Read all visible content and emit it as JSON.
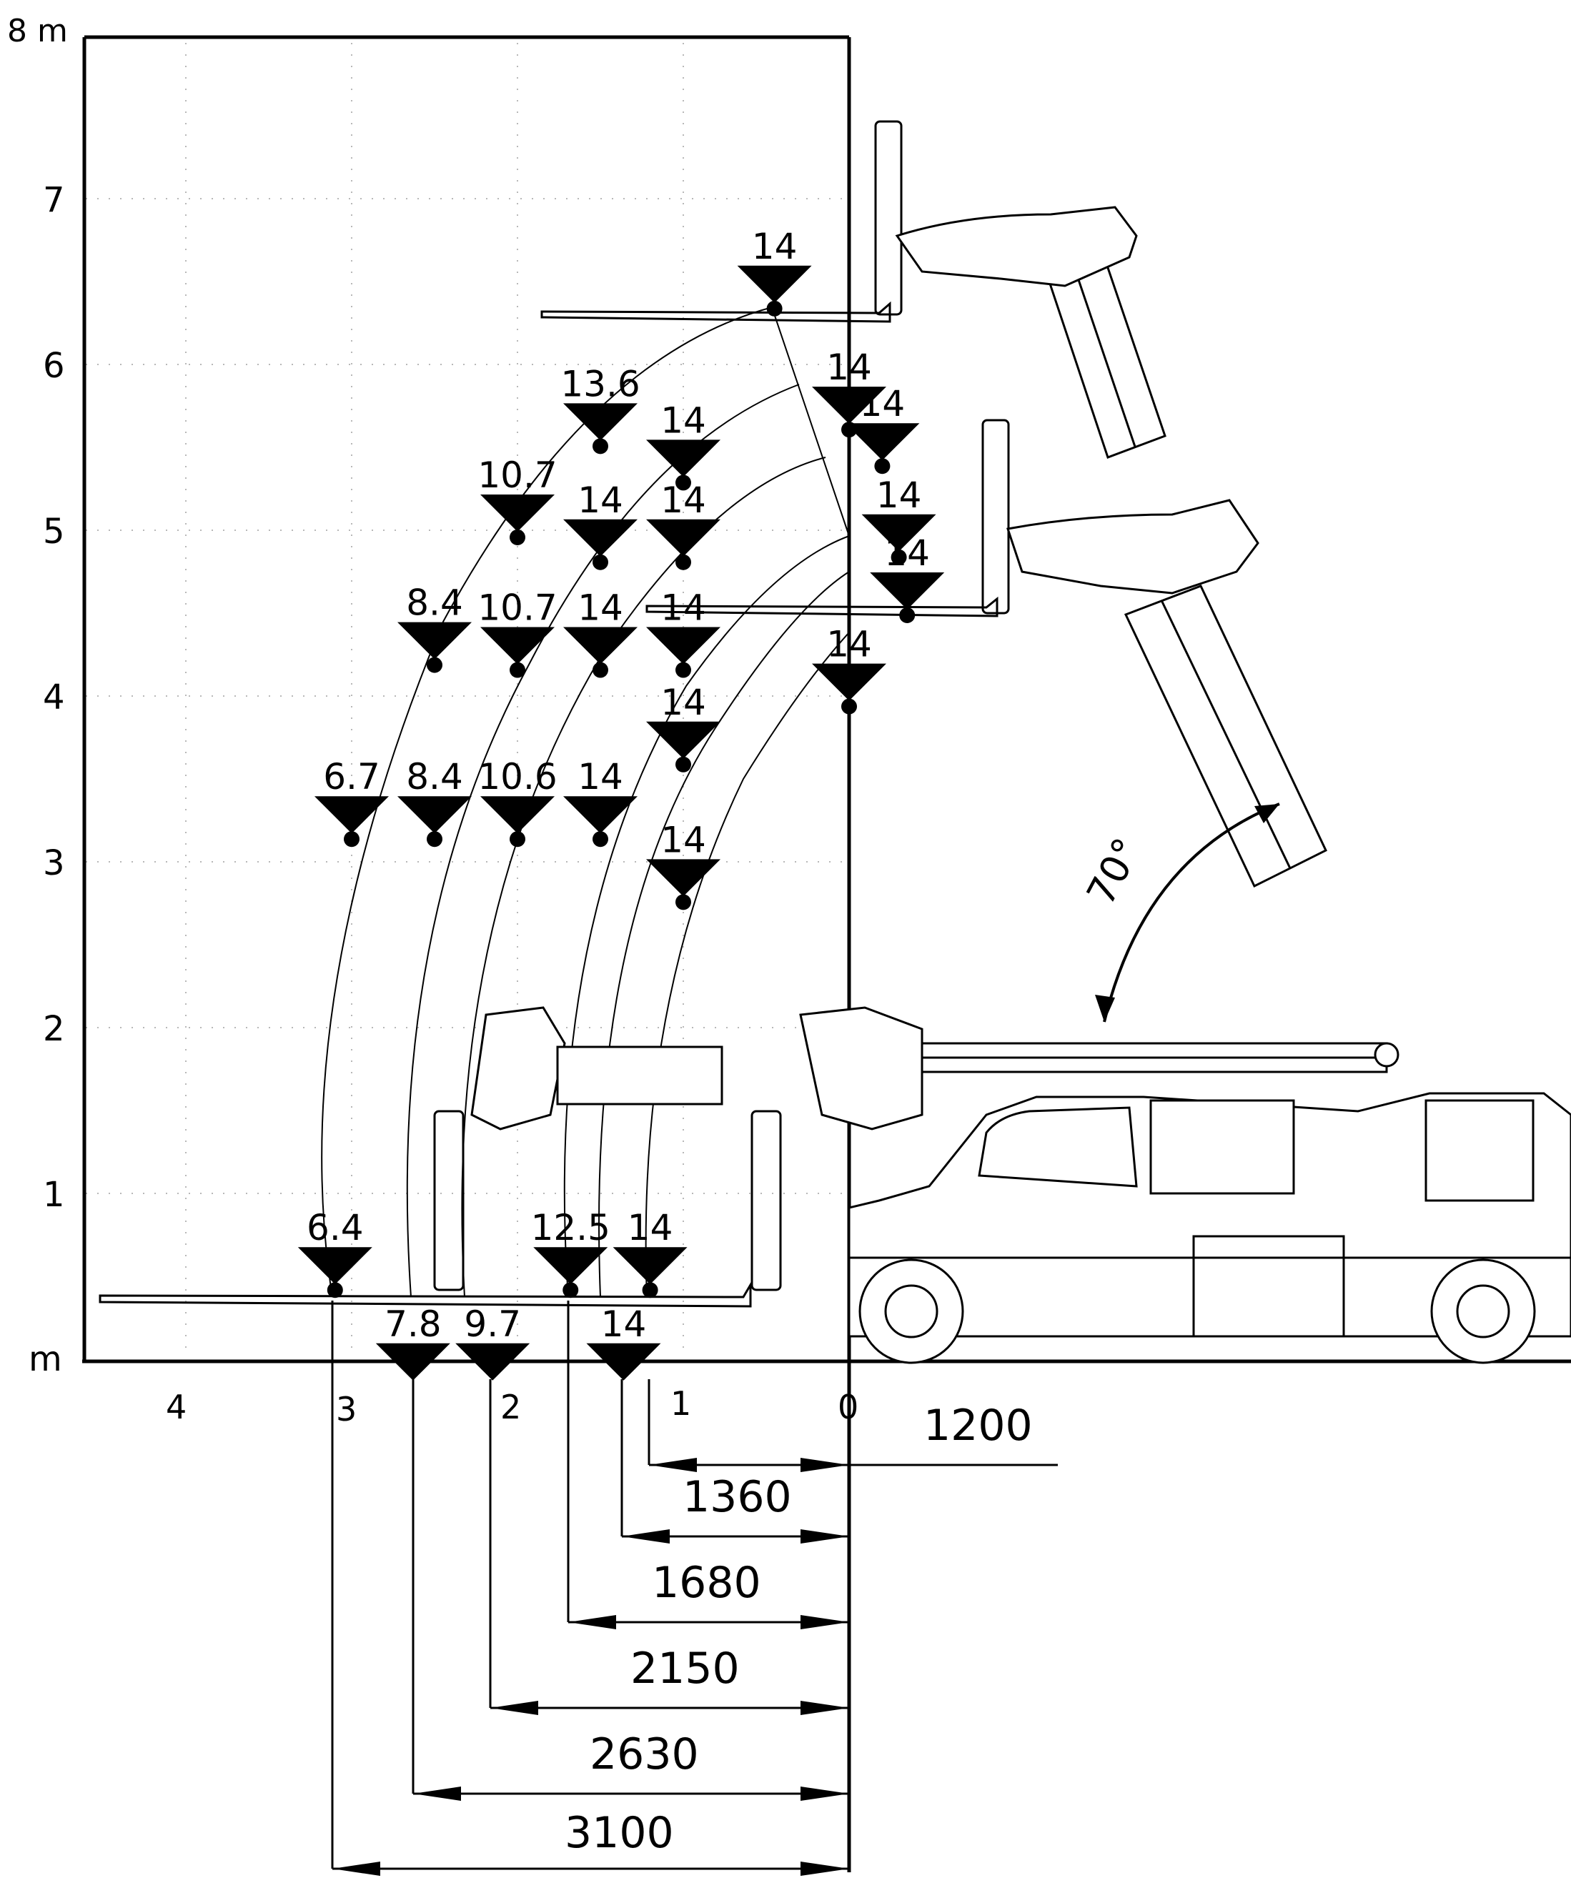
{
  "axis": {
    "y_unit_label": "8 m",
    "y_tick_labels": [
      "7",
      "6",
      "5",
      "4",
      "3",
      "2",
      "1"
    ],
    "origin_label": "m",
    "x_tick_labels": [
      "4",
      "3",
      "2",
      "1",
      "0"
    ]
  },
  "load_points": [
    {
      "label": "14",
      "x": 0.45,
      "y": 6.35
    },
    {
      "label": "13.6",
      "x": 1.5,
      "y": 5.52
    },
    {
      "label": "14",
      "x": 1.0,
      "y": 5.3
    },
    {
      "label": "14",
      "x": 0.0,
      "y": 5.62
    },
    {
      "label": "14",
      "x": -0.2,
      "y": 5.4
    },
    {
      "label": "10.7",
      "x": 2.0,
      "y": 4.97
    },
    {
      "label": "14",
      "x": 1.5,
      "y": 4.82
    },
    {
      "label": "14",
      "x": 1.0,
      "y": 4.82
    },
    {
      "label": "14",
      "x": -0.3,
      "y": 4.85
    },
    {
      "label": "14",
      "x": -0.35,
      "y": 4.5
    },
    {
      "label": "8.4",
      "x": 2.5,
      "y": 4.2
    },
    {
      "label": "10.7",
      "x": 2.0,
      "y": 4.17
    },
    {
      "label": "14",
      "x": 1.5,
      "y": 4.17
    },
    {
      "label": "14",
      "x": 1.0,
      "y": 4.17
    },
    {
      "label": "14",
      "x": 0.0,
      "y": 3.95
    },
    {
      "label": "14",
      "x": 1.0,
      "y": 3.6
    },
    {
      "label": "6.7",
      "x": 3.0,
      "y": 3.15
    },
    {
      "label": "8.4",
      "x": 2.5,
      "y": 3.15
    },
    {
      "label": "10.6",
      "x": 2.0,
      "y": 3.15
    },
    {
      "label": "14",
      "x": 1.5,
      "y": 3.15
    },
    {
      "label": "14",
      "x": 1.0,
      "y": 2.77
    },
    {
      "label": "6.4",
      "x": 3.1,
      "y": 0.43
    },
    {
      "label": "12.5",
      "x": 1.68,
      "y": 0.43
    },
    {
      "label": "14",
      "x": 1.2,
      "y": 0.43
    },
    {
      "label": "7.8",
      "x": 2.63,
      "y": -0.15
    },
    {
      "label": "9.7",
      "x": 2.15,
      "y": -0.15
    },
    {
      "label": "14",
      "x": 1.36,
      "y": -0.15
    }
  ],
  "reach_dimensions": [
    "1200",
    "1360",
    "1680",
    "2150",
    "2630",
    "3100"
  ],
  "angle_label": "70°"
}
